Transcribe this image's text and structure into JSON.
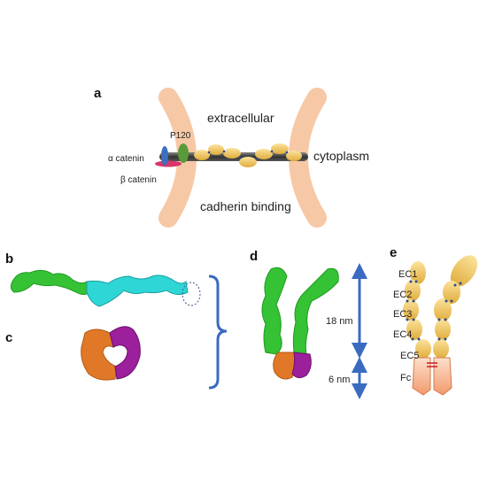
{
  "panels": {
    "a": {
      "letter": "a",
      "extracellular": "extracellular",
      "cytoplasm": "cytoplasm",
      "cadherin_binding": "cadherin binding",
      "p120": "P120",
      "alpha_catenin": "α catenin",
      "beta_catenin": "β catenin"
    },
    "b": {
      "letter": "b"
    },
    "c": {
      "letter": "c"
    },
    "d": {
      "letter": "d",
      "length_top": "18 nm",
      "length_bottom": "6 nm"
    },
    "e": {
      "letter": "e",
      "domains": [
        "EC1",
        "EC2",
        "EC3",
        "EC4",
        "EC5",
        "Fc"
      ]
    }
  },
  "colors": {
    "membrane": "#f7c8a6",
    "ec_domain": "#f2c96a",
    "rod": "#4a4a4a",
    "p120": "#5a9a3a",
    "alpha_catenin": "#3c6fbf",
    "beta_catenin": "#d8356a",
    "green_protein": "#35c235",
    "cyan_protein": "#2fd6d6",
    "orange_protein": "#e07828",
    "purple_protein": "#9c1f9c",
    "arrow_blue": "#3b6bc0",
    "fc_domain": "#f6a982",
    "ca_dots": "#2c4c8c"
  }
}
